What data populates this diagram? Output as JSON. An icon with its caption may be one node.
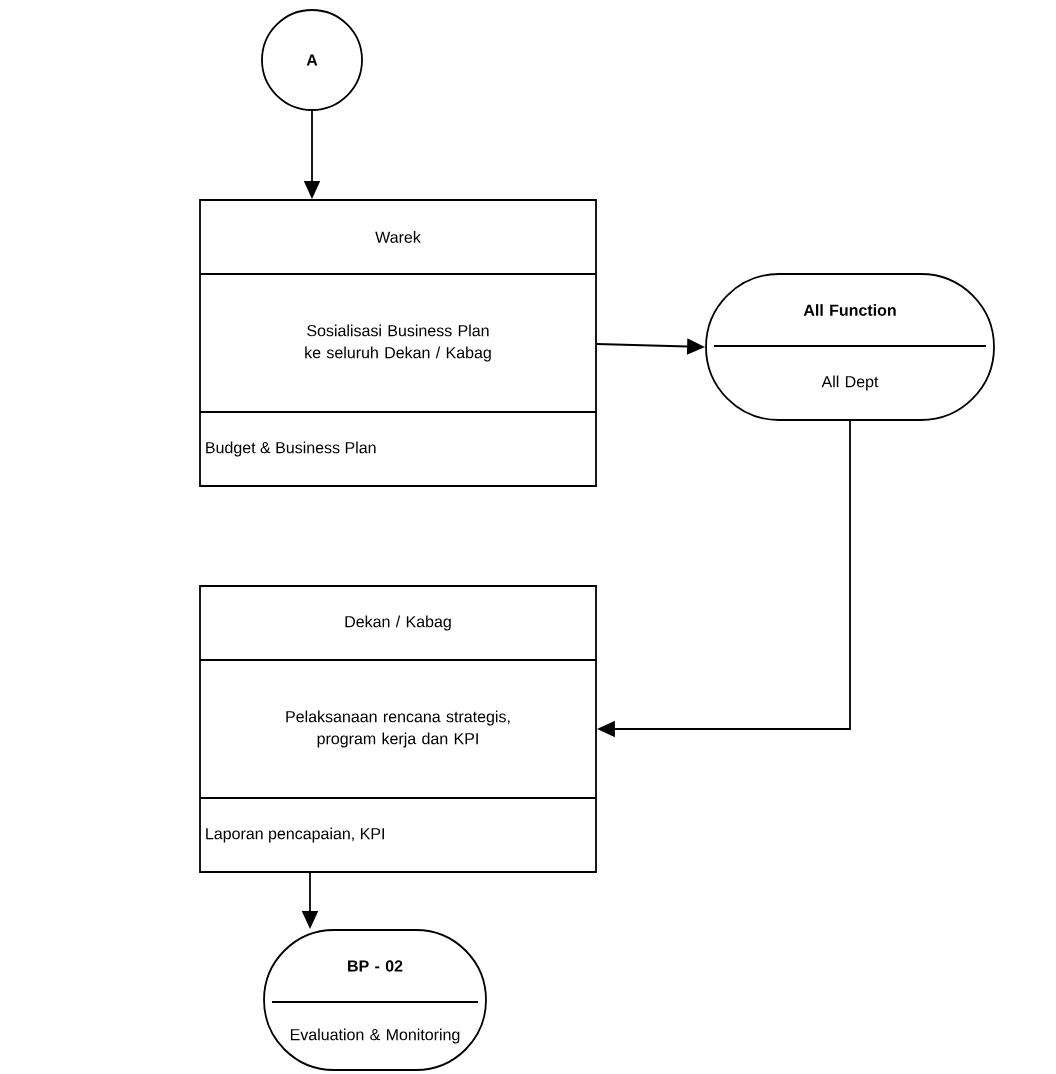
{
  "diagram": {
    "nodes": [
      {
        "text": [
          "A"
        ]
      },
      {
        "text": [
          "Warek",
          "Sosialisasi Business Plan ke seluruh Dekan / Kabag",
          "Budget & Business Plan"
        ]
      },
      {
        "text": [
          "All Function",
          "All Dept"
        ]
      },
      {
        "text": [
          "Dekan / Kabag",
          "Pelaksanaan rencana strategis, program kerja dan KPI",
          "Laporan pencapaian, KPI"
        ]
      },
      {
        "text": [
          "BP - 02",
          "Evaluation & Monitoring"
        ]
      }
    ],
    "edges": [
      {
        "from": 0,
        "to": 1,
        "arrow": "to"
      },
      {
        "from": 1,
        "to": 2,
        "arrow": "to"
      },
      {
        "from": 2,
        "to": 3,
        "arrow": "to"
      },
      {
        "from": 3,
        "to": 4,
        "arrow": "to"
      }
    ]
  }
}
